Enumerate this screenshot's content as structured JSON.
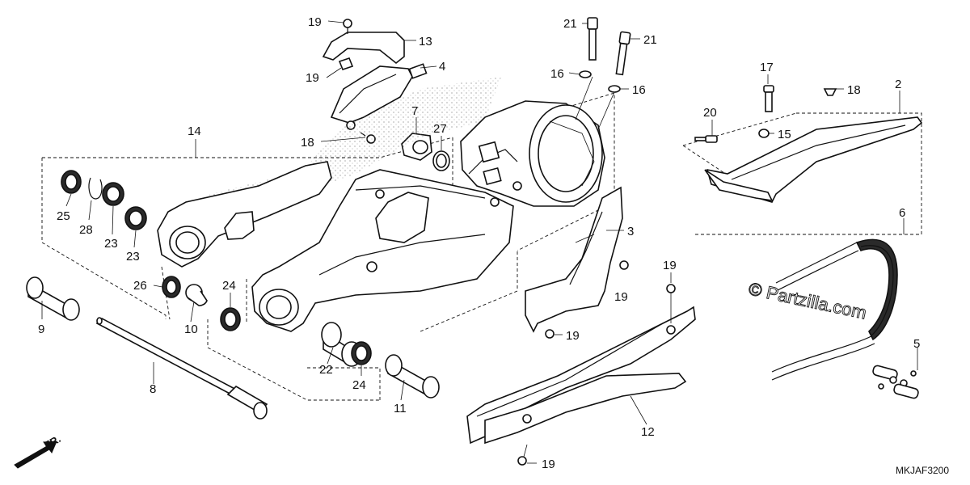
{
  "diagram": {
    "code": "MKJAF3200",
    "watermark": "© Partzilla.com",
    "front_marker": "FR.",
    "callouts": {
      "c19a": "19",
      "c13": "13",
      "c19b": "19",
      "c4": "4",
      "c21a": "21",
      "c21b": "21",
      "c16a": "16",
      "c16b": "16",
      "c17": "17",
      "c18a": "18",
      "c2": "2",
      "c7": "7",
      "c27": "27",
      "c20": "20",
      "c15": "15",
      "c14": "14",
      "c18b": "18",
      "c3": "3",
      "c6": "6",
      "c25": "25",
      "c28": "28",
      "c23a": "23",
      "c23b": "23",
      "c19c": "19",
      "c26": "26",
      "c24a": "24",
      "c19d": "19",
      "c9": "9",
      "c10": "10",
      "c19e": "19",
      "c5": "5",
      "c22": "22",
      "c8": "8",
      "c24b": "24",
      "c11": "11",
      "c12": "12",
      "c19f": "19"
    }
  }
}
